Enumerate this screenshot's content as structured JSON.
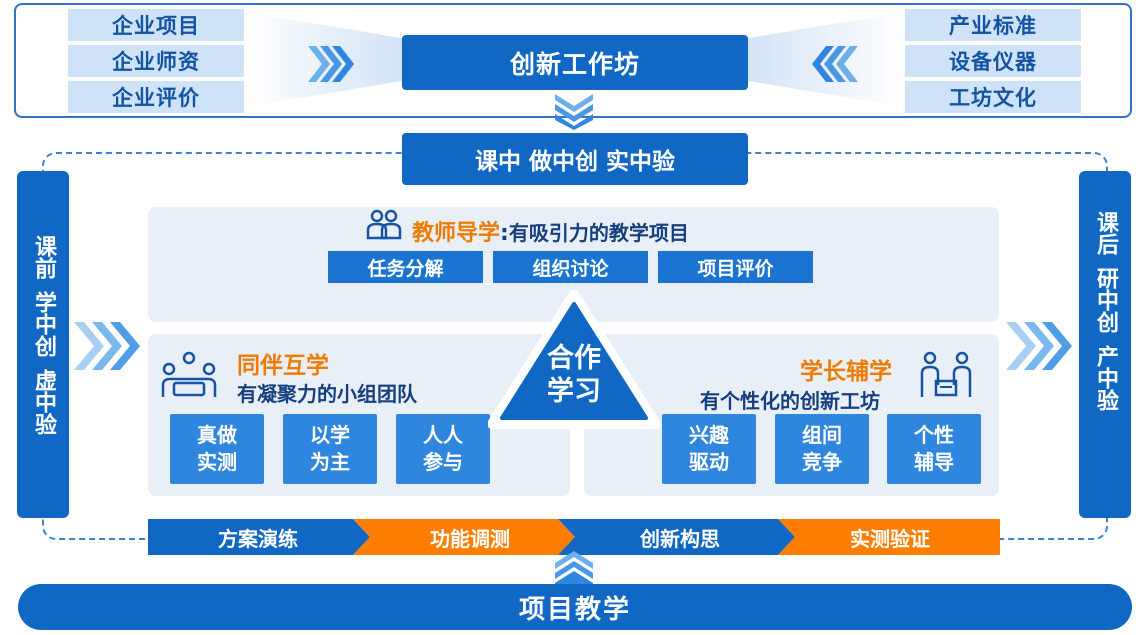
{
  "top": {
    "left_tags": [
      "企业项目",
      "企业师资",
      "企业评价"
    ],
    "right_tags": [
      "产业标准",
      "设备仪器",
      "工坊文化"
    ],
    "center_title": "创新工作坊"
  },
  "middle_band": {
    "title": "课中 做中创 实中验"
  },
  "side": {
    "left_lines": [
      "课前",
      "学中创",
      "虚中验"
    ],
    "right_lines": [
      "课后",
      "研中创",
      "产中验"
    ]
  },
  "teacher": {
    "title": "教师导学",
    "colon": ":",
    "subtitle": "有吸引力的教学项目",
    "tags": [
      "任务分解",
      "组织讨论",
      "项目评价"
    ]
  },
  "peer": {
    "title": "同伴互学",
    "subtitle": "有凝聚力的小组团队",
    "cells": [
      [
        "真做",
        "实测"
      ],
      [
        "以学",
        "为主"
      ],
      [
        "人人",
        "参与"
      ]
    ]
  },
  "senior": {
    "title": "学长辅学",
    "subtitle": "有个性化的创新工坊",
    "cells": [
      [
        "兴趣",
        "驱动"
      ],
      [
        "组间",
        "竞争"
      ],
      [
        "个性",
        "辅导"
      ]
    ]
  },
  "center": {
    "line1": "合作",
    "line2": "学习"
  },
  "flow": [
    "方案演练",
    "功能调测",
    "创新构思",
    "实测验证"
  ],
  "bottom": {
    "title": "项目教学"
  },
  "colors": {
    "primary_blue": "#1167c4",
    "light_blue": "#cfe3f8",
    "accent_orange": "#ef7c00",
    "panel_gray": "#e9eff6"
  }
}
